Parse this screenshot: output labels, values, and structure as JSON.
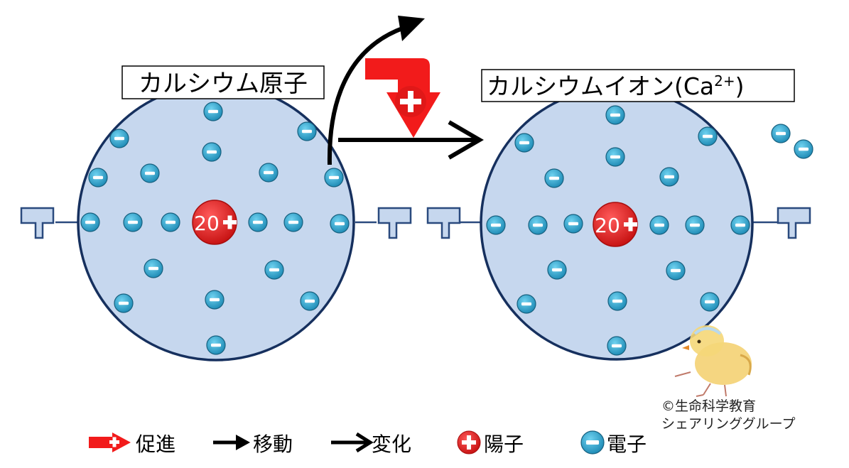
{
  "atom": {
    "label": "カルシウム原子",
    "nucleus_label": "20"
  },
  "ion": {
    "label_main": "カルシウムイオン(Ca",
    "label_sup": "2+",
    "label_close": ")",
    "nucleus_label": "20"
  },
  "copyright": {
    "line1": "©生命科学教育",
    "line2": "シェアリンググループ"
  },
  "legend": {
    "promote": "促進",
    "move": "移動",
    "change": "変化",
    "proton": "陽子",
    "electron": "電子"
  },
  "colors": {
    "circle_fill": "#c6d7ee",
    "circle_stroke": "#16305e",
    "electron": "#1e9cc4",
    "nucleus": "#e32222",
    "promote_arrow": "#f21b1b",
    "receptor": "#2a4a7e"
  },
  "icons": {
    "electron": "minus-circle-icon",
    "proton": "plus-circle-icon",
    "receptor": "receptor-bracket-icon",
    "mascot": "chick-mascot-icon"
  }
}
